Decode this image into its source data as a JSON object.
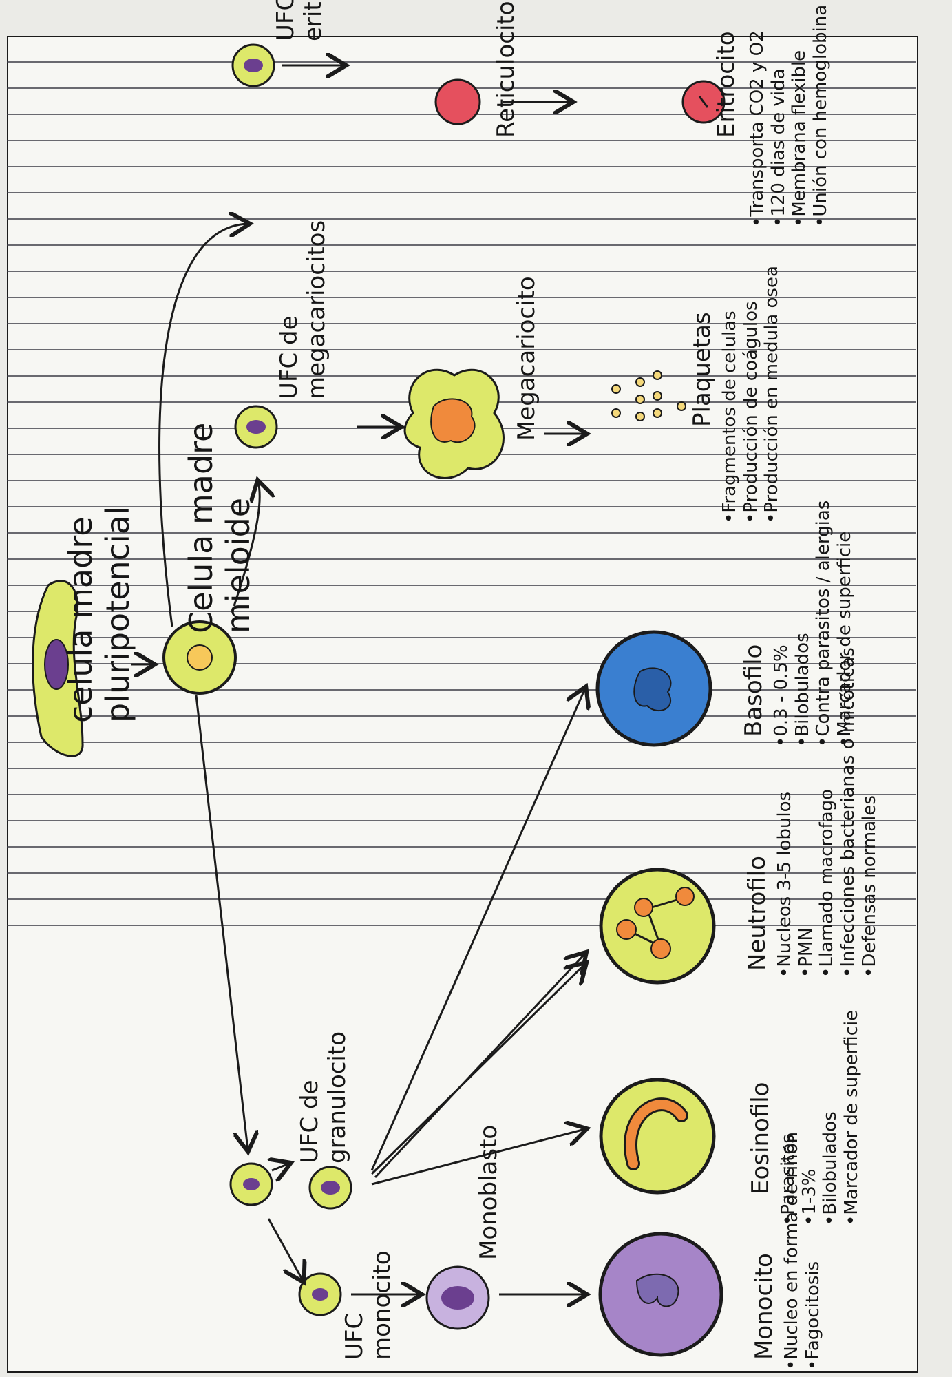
{
  "colors": {
    "ink": "#1b1b1b",
    "paper": "#f7f7f3",
    "rule": "#3a3a44",
    "cell_yellow": "#dde86a",
    "nucleus_purple": "#6b3f8f",
    "nucleus_orange": "#f08a3c",
    "basophil_blue": "#3a7fd0",
    "monocyte_violet": "#a685c8",
    "erythro_red": "#e5505e"
  },
  "labels": {
    "pluripotent": "celula madre\npluripotencial",
    "myeloid": "Celula madre\nmieloide",
    "ufc_monocito": "UFC\nmonocito",
    "ufc_granulocito": "UFC de\ngranulocito",
    "ufc_megacariocitos": "UFC de\nmegacariocitos",
    "ufc_eritrocitos": "UFC de\neritrocitos",
    "monoblasto": "Monoblasto",
    "megacariocito": "Megacariocito",
    "reticulocito": "Reticulocito",
    "eritrocito": "Eritrocito",
    "monocito": "Monocito",
    "eosinofilo": "Eosinofilo",
    "neutrofilo": "Neutrofilo",
    "basofilo": "Basofilo",
    "plaquetas": "Plaquetas"
  },
  "notes": {
    "monocito": [
      "•Nucleo en forma de riñón",
      "•Fagocitosis"
    ],
    "eosinofilo": [
      "•Parasitos",
      "•1-3%",
      "•Bilobulados",
      "•Marcador de superficie"
    ],
    "neutrofilo": [
      "•Nucleos 3-5 lobulos",
      "•PMN",
      "•Llamado macrofago",
      "•Infecciones bacterianas o micóticas",
      "•Defensas normales"
    ],
    "basofilo": [
      "•0.3 - 0.5%",
      "•Bilobulados",
      "•Contra parasitos / alergias",
      "•Marcador de superficie"
    ],
    "plaquetas": [
      "•Fragmentos de celulas",
      "•Producción de coágulos",
      "•Producción en medula osea"
    ],
    "eritrocito": [
      "•Transporta CO2 y O2",
      "•120 dias de vida",
      "•Membrana flexible",
      "•Unión con hemoglobina"
    ]
  }
}
